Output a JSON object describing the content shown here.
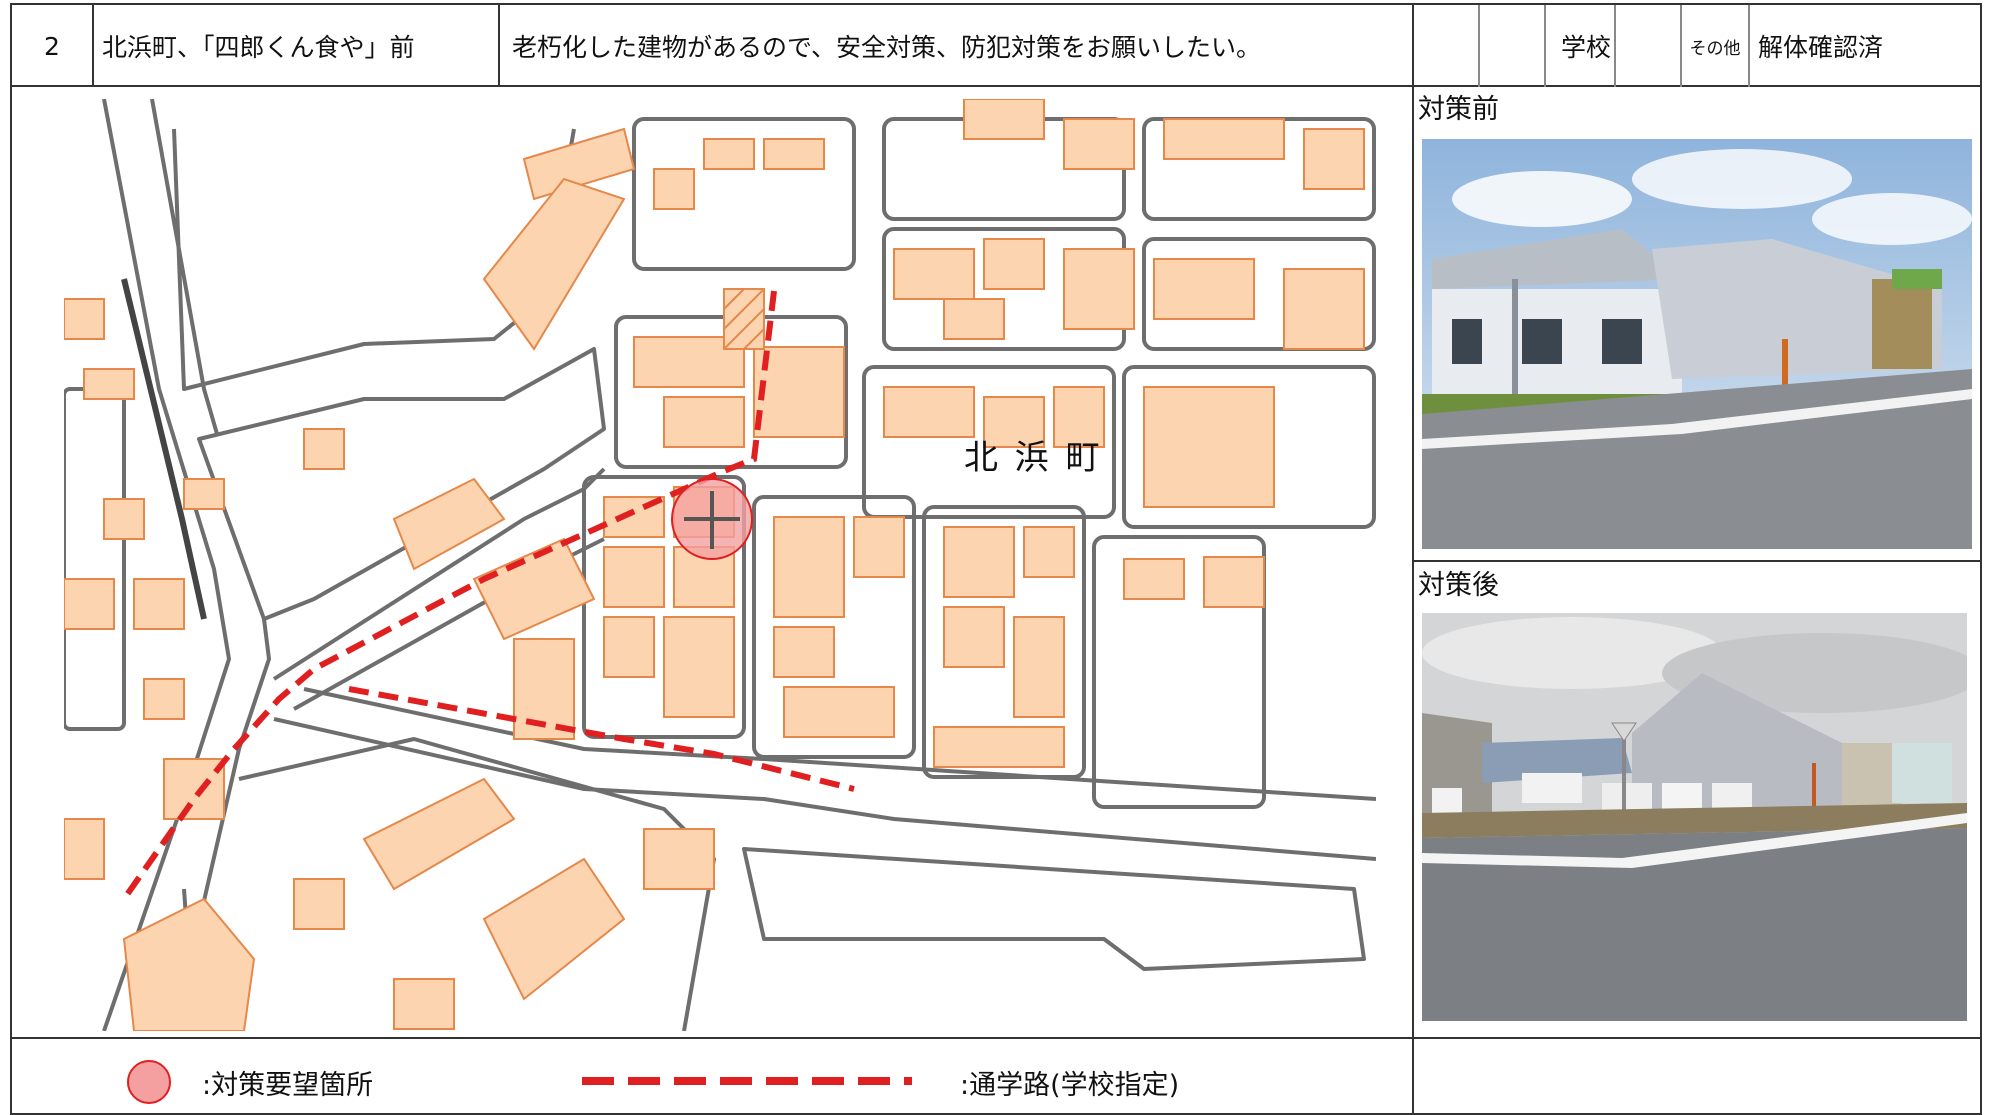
{
  "header": {
    "number": "2",
    "location": "北浜町、「四郎くん食や」前",
    "request": "老朽化した建物があるので、安全対策、防犯対策をお願いしたい。",
    "category_school": "学校",
    "category_other": "その他",
    "status": "解体確認済"
  },
  "map": {
    "district_label": "北 浜 町"
  },
  "photos": {
    "before_label": "対策前",
    "after_label": "対策後"
  },
  "legend": {
    "marker_label": ":対策要望箇所",
    "route_label": ":通学路(学校指定)"
  },
  "colors": {
    "building_fill": "#fcd4b0",
    "building_stroke": "#e5884a",
    "road_edge": "#6e6e6e",
    "route_red": "#e02020",
    "marker_fill": "#f4a0a0"
  }
}
